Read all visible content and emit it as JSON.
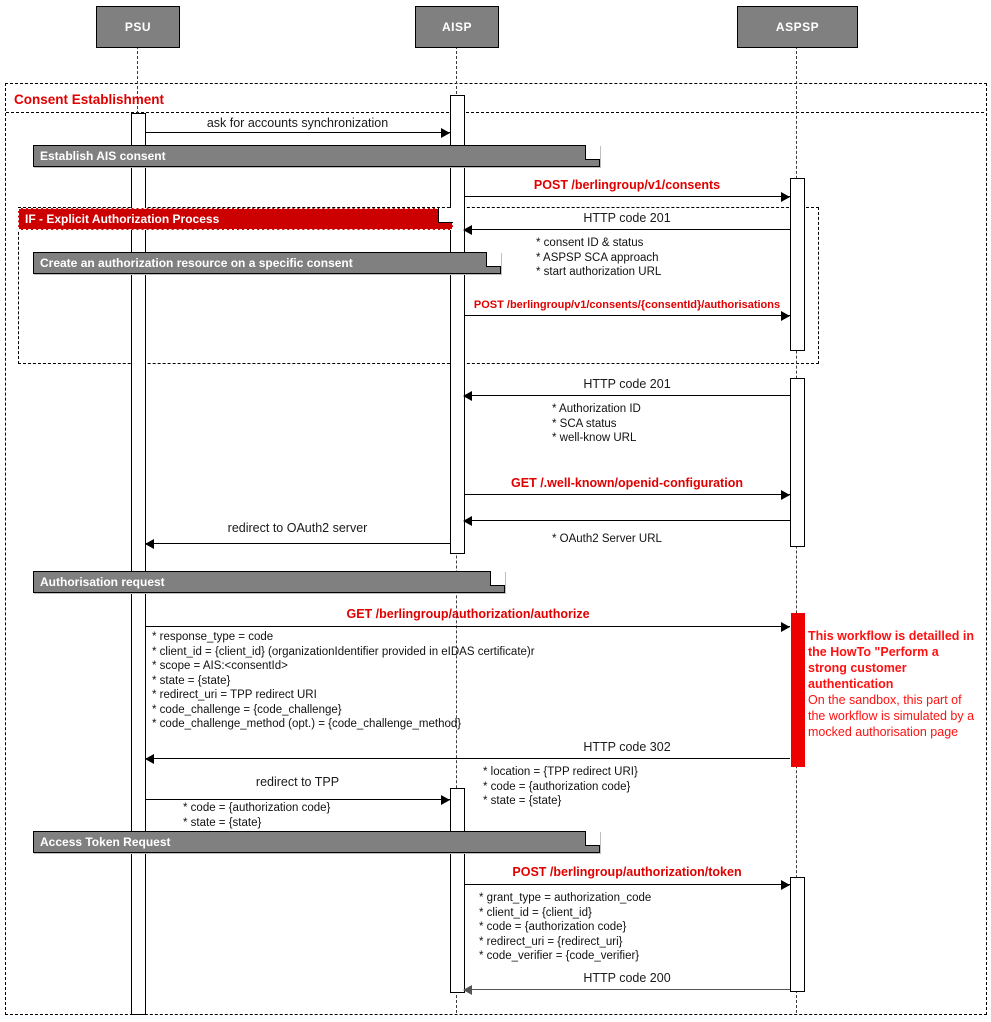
{
  "title": "AIS Consent Establishment sequence diagram",
  "participants": [
    {
      "name": "PSU",
      "label": "PSU"
    },
    {
      "name": "AISP",
      "label": "AISP"
    },
    {
      "name": "ASPSP",
      "label": "ASPSP"
    }
  ],
  "frames": [
    {
      "name": "consent-establishment",
      "title": "Consent Establishment"
    },
    {
      "name": "explicit-authorization",
      "title": "IF -  Explicit Authorization Process"
    }
  ],
  "bands": [
    {
      "name": "establish-ais-consent",
      "label": "Establish AIS consent"
    },
    {
      "name": "explicit-authorization",
      "label": "IF -  Explicit Authorization Process"
    },
    {
      "name": "create-authorization-resource",
      "label": "Create an authorization resource on a specific consent"
    },
    {
      "name": "authorisation-request",
      "label": "Authorisation request"
    },
    {
      "name": "access-token-request",
      "label": "Access Token Request"
    }
  ],
  "messages": [
    {
      "name": "ask-for-accounts-synchronization",
      "label": "ask for accounts synchronization",
      "from": "PSU",
      "to": "AISP",
      "style": "plain"
    },
    {
      "name": "post-consents",
      "label": "POST /berlingroup/v1/consents",
      "from": "AISP",
      "to": "ASPSP",
      "style": "red"
    },
    {
      "name": "http-201-consent",
      "label": "HTTP code 201",
      "from": "ASPSP",
      "to": "AISP",
      "style": "plain"
    },
    {
      "name": "post-authorisations",
      "label": "POST /berlingroup/v1/consents/{consentId}/authorisations",
      "from": "AISP",
      "to": "ASPSP",
      "style": "red-small"
    },
    {
      "name": "http-201-authorisation",
      "label": "HTTP code 201",
      "from": "ASPSP",
      "to": "AISP",
      "style": "plain"
    },
    {
      "name": "get-well-known",
      "label": "GET /.well-known/openid-configuration",
      "from": "AISP",
      "to": "ASPSP",
      "style": "red"
    },
    {
      "name": "oauth2-server-url-response",
      "label": "",
      "from": "ASPSP",
      "to": "AISP",
      "style": "plain"
    },
    {
      "name": "redirect-to-oauth2-server",
      "label": "redirect to OAuth2 server",
      "from": "AISP",
      "to": "PSU",
      "style": "plain"
    },
    {
      "name": "get-authorize",
      "label": "GET /berlingroup/authorization/authorize",
      "from": "PSU",
      "to": "ASPSP",
      "style": "red"
    },
    {
      "name": "http-302",
      "label": "HTTP code 302",
      "from": "ASPSP",
      "to": "PSU",
      "style": "plain"
    },
    {
      "name": "redirect-to-tpp",
      "label": "redirect to TPP",
      "from": "PSU",
      "to": "AISP",
      "style": "plain"
    },
    {
      "name": "post-token",
      "label": "POST /berlingroup/authorization/token",
      "from": "AISP",
      "to": "ASPSP",
      "style": "red"
    },
    {
      "name": "http-200",
      "label": "HTTP code 200",
      "from": "ASPSP",
      "to": "AISP",
      "style": "gray"
    }
  ],
  "note_blocks": {
    "consent_201": "* consent ID & status\n* ASPSP SCA approach\n* start authorization URL",
    "authorisation_201": "* Authorization ID\n* SCA status\n* well-know URL",
    "oauth2_url": "* OAuth2 Server URL",
    "authorize_params": "* response_type = code\n* client_id = {client_id} (organizationIdentifier provided in eIDAS certificate)r\n* scope = AIS:<consentId>\n* state = {state}\n* redirect_uri = TPP redirect URI\n* code_challenge = {code_challenge}\n* code_challenge_method (opt.) = {code_challenge_method}",
    "redirect_302_params": "* location = {TPP redirect URI}\n* code = {authorization code}\n* state = {state}",
    "redirect_tpp_params": "* code = {authorization code}\n* state = {state}",
    "token_params": "* grant_type = authorization_code\n* client_id = {client_id}\n* code = {authorization code}\n* redirect_uri = {redirect_uri}\n* code_verifier = {code_verifier}"
  },
  "annotation": {
    "name": "sca-workflow-annotation",
    "bold_text": "This workflow is detailled in the HowTo \"Perform a strong customer authentication",
    "plain_text": "On the sandbox, this part of the workflow is simulated by a mocked authorisation page"
  },
  "colors": {
    "participant_fill": "#808080",
    "band_fill": "#808080",
    "red_band_fill": "#cc0000",
    "accent_red": "#e00000",
    "annotation_red": "#ff1111",
    "text": "#1a1a1a"
  }
}
